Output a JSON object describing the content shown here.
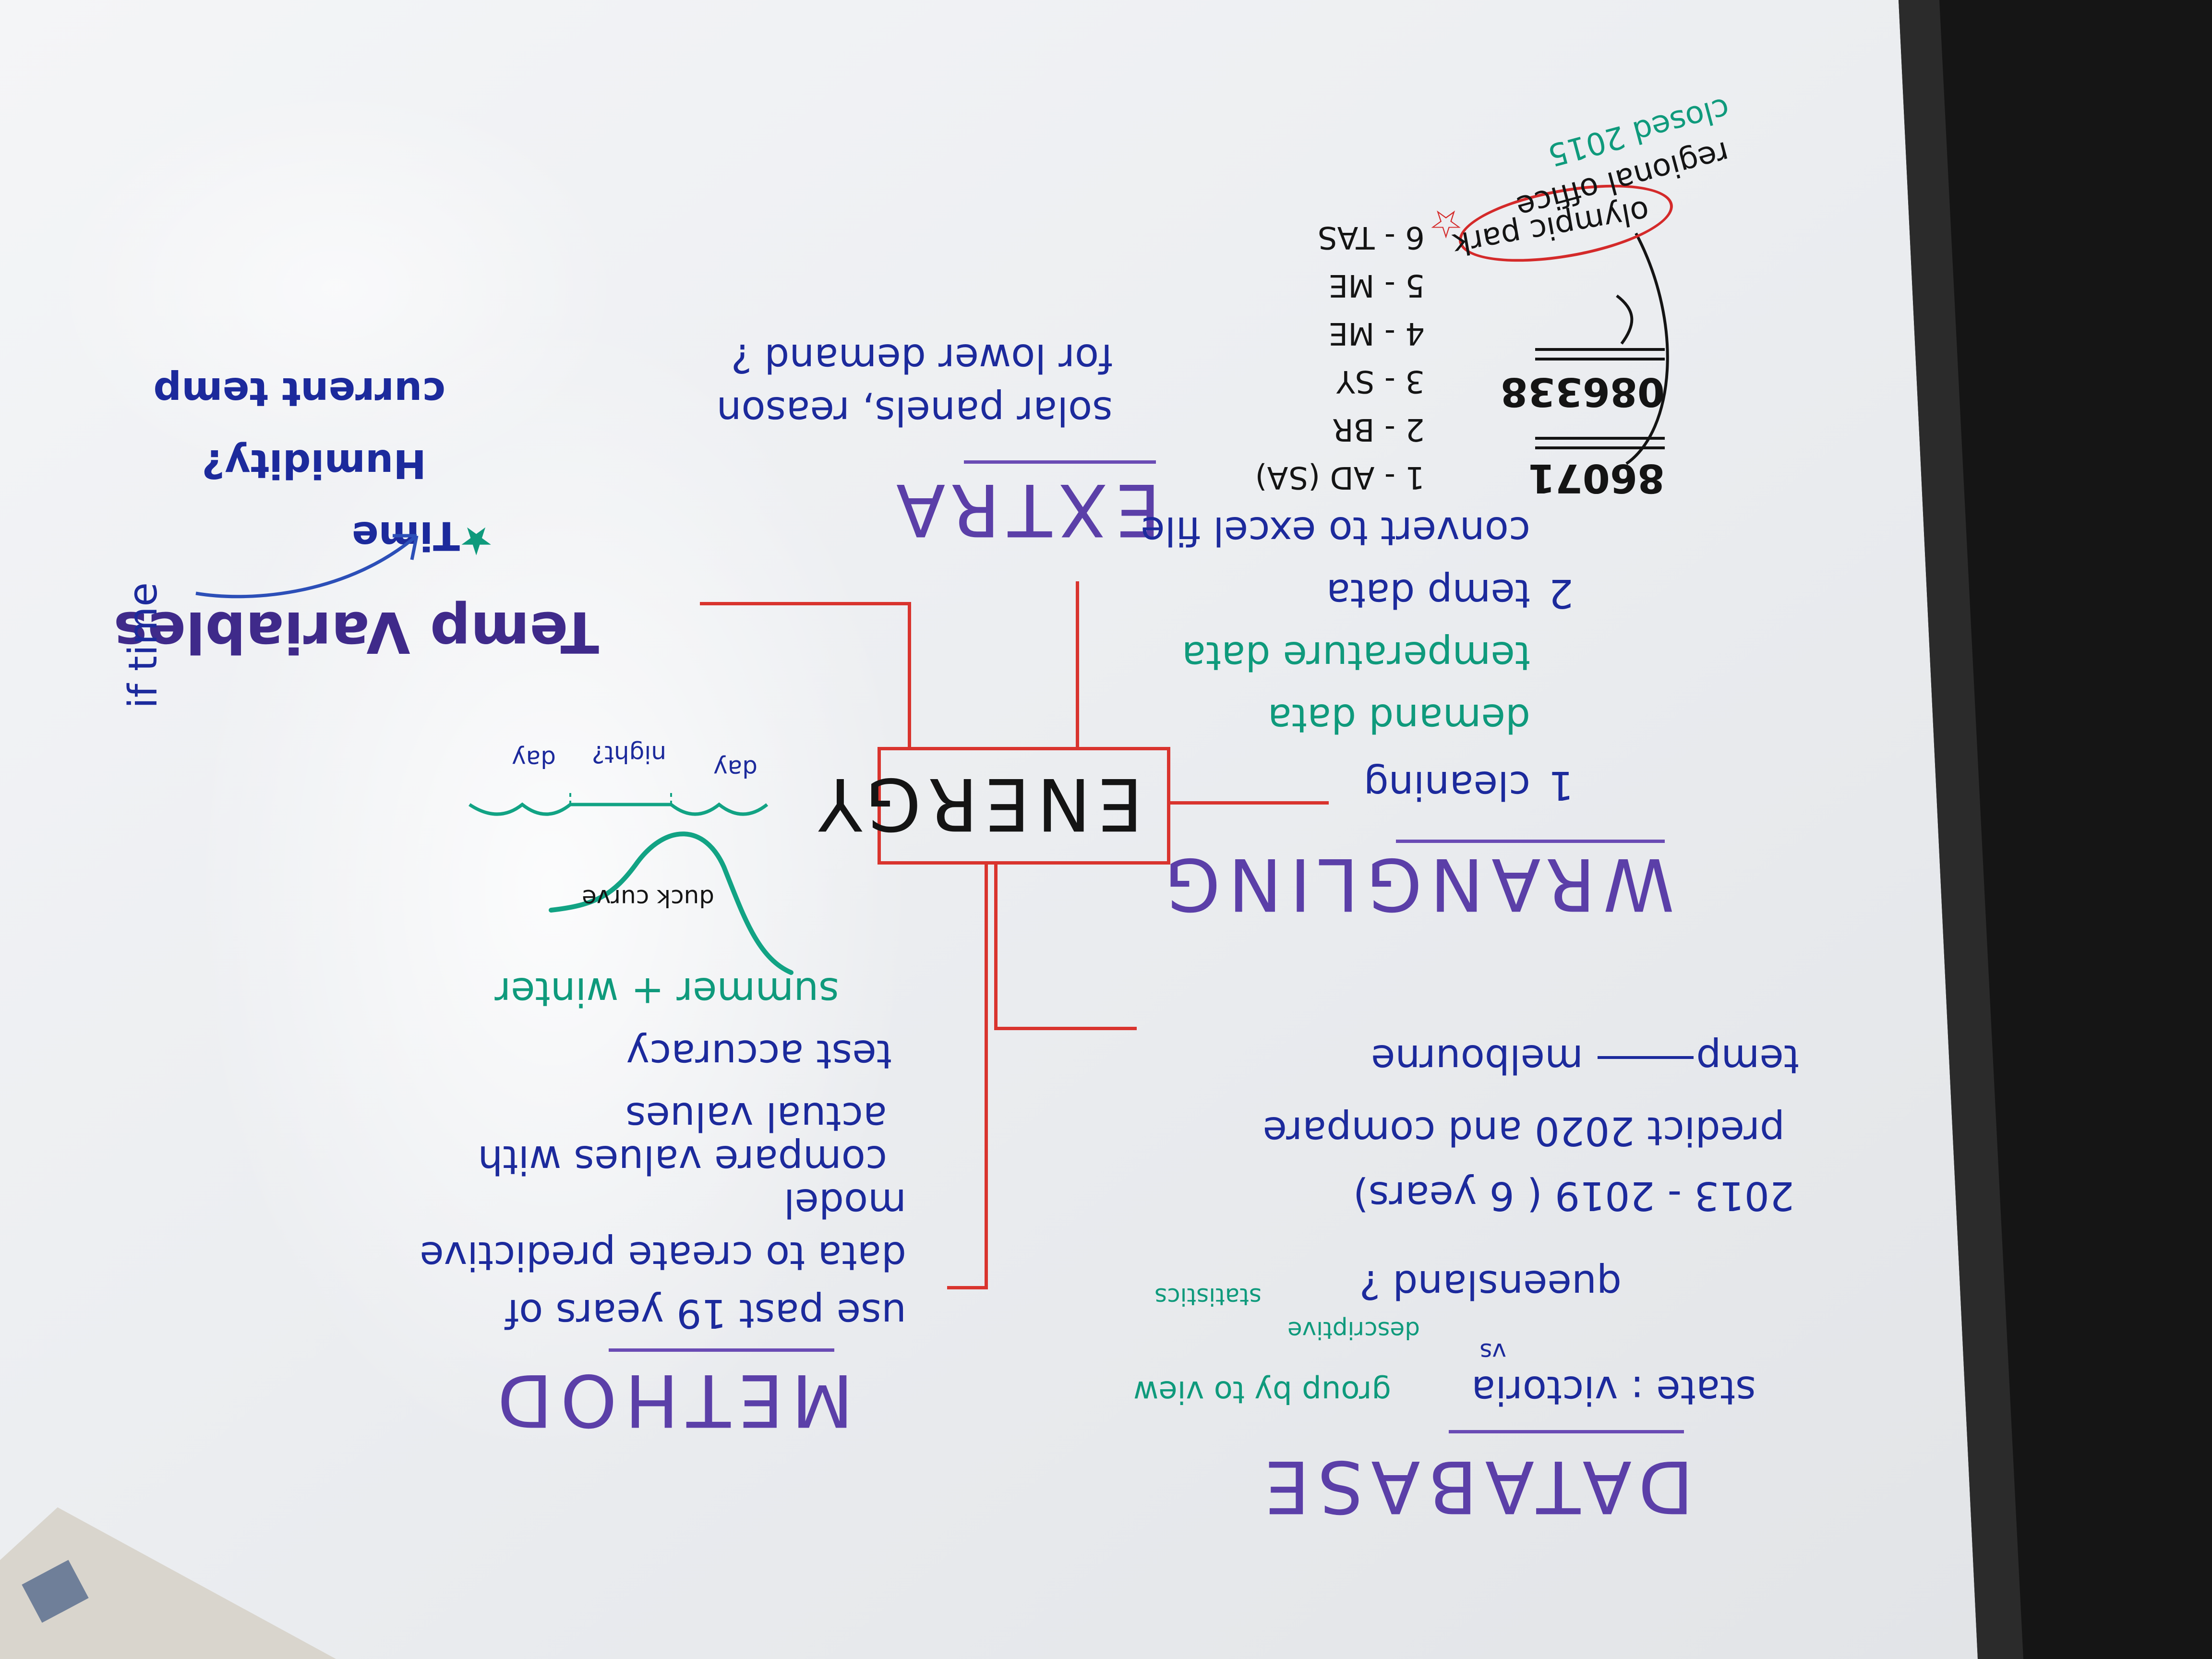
{
  "whiteboard": {
    "database": {
      "heading": "DATABASE",
      "state_line": "state : victoria",
      "group_by": "group by to view",
      "vs": "vs",
      "queensland": "queensland ?",
      "descriptive": "descriptive",
      "statistics": "statistics",
      "years": "2013 - 2019 ( 6 years)",
      "predict": "predict 2020 and compare",
      "temp": "temp",
      "melbourne": "melbourne"
    },
    "method": {
      "heading": "METHOD",
      "lines": [
        "use past 19 years of",
        "data to create predictive",
        "model",
        "compare values with",
        "actual values",
        "test accuracy",
        "summer + winter"
      ],
      "duck_curve": "duck curve"
    },
    "energy": {
      "label": "ENERGY"
    },
    "day_night": {
      "day_left": "day",
      "night": "night?",
      "day_right": "day"
    },
    "temp_variables": {
      "heading": "Temp Variables",
      "items": [
        "Time",
        "Humidity?",
        "current temp"
      ],
      "if_time": "if time"
    },
    "extra": {
      "heading": "EXTRA",
      "line1": "solar panels, reason",
      "line2": "for lower demand ?"
    },
    "wrangling": {
      "heading": "WRANGLING",
      "cleaning": "cleaning",
      "demand_data": "demand data",
      "temperature_data": "temperature data",
      "temp_data": "temp data",
      "convert": "convert to excel file",
      "step1": "1",
      "step2": "2"
    },
    "stations": {
      "id1": "86071",
      "id2": "086338",
      "list": [
        "1 - AD (SA)",
        "2 - BR",
        "3 - SY",
        "4 - ME",
        "5 - ME",
        "6 - TAS"
      ],
      "olympic": "olympic park",
      "regional": "regional office",
      "closed": "closed 2015"
    }
  }
}
